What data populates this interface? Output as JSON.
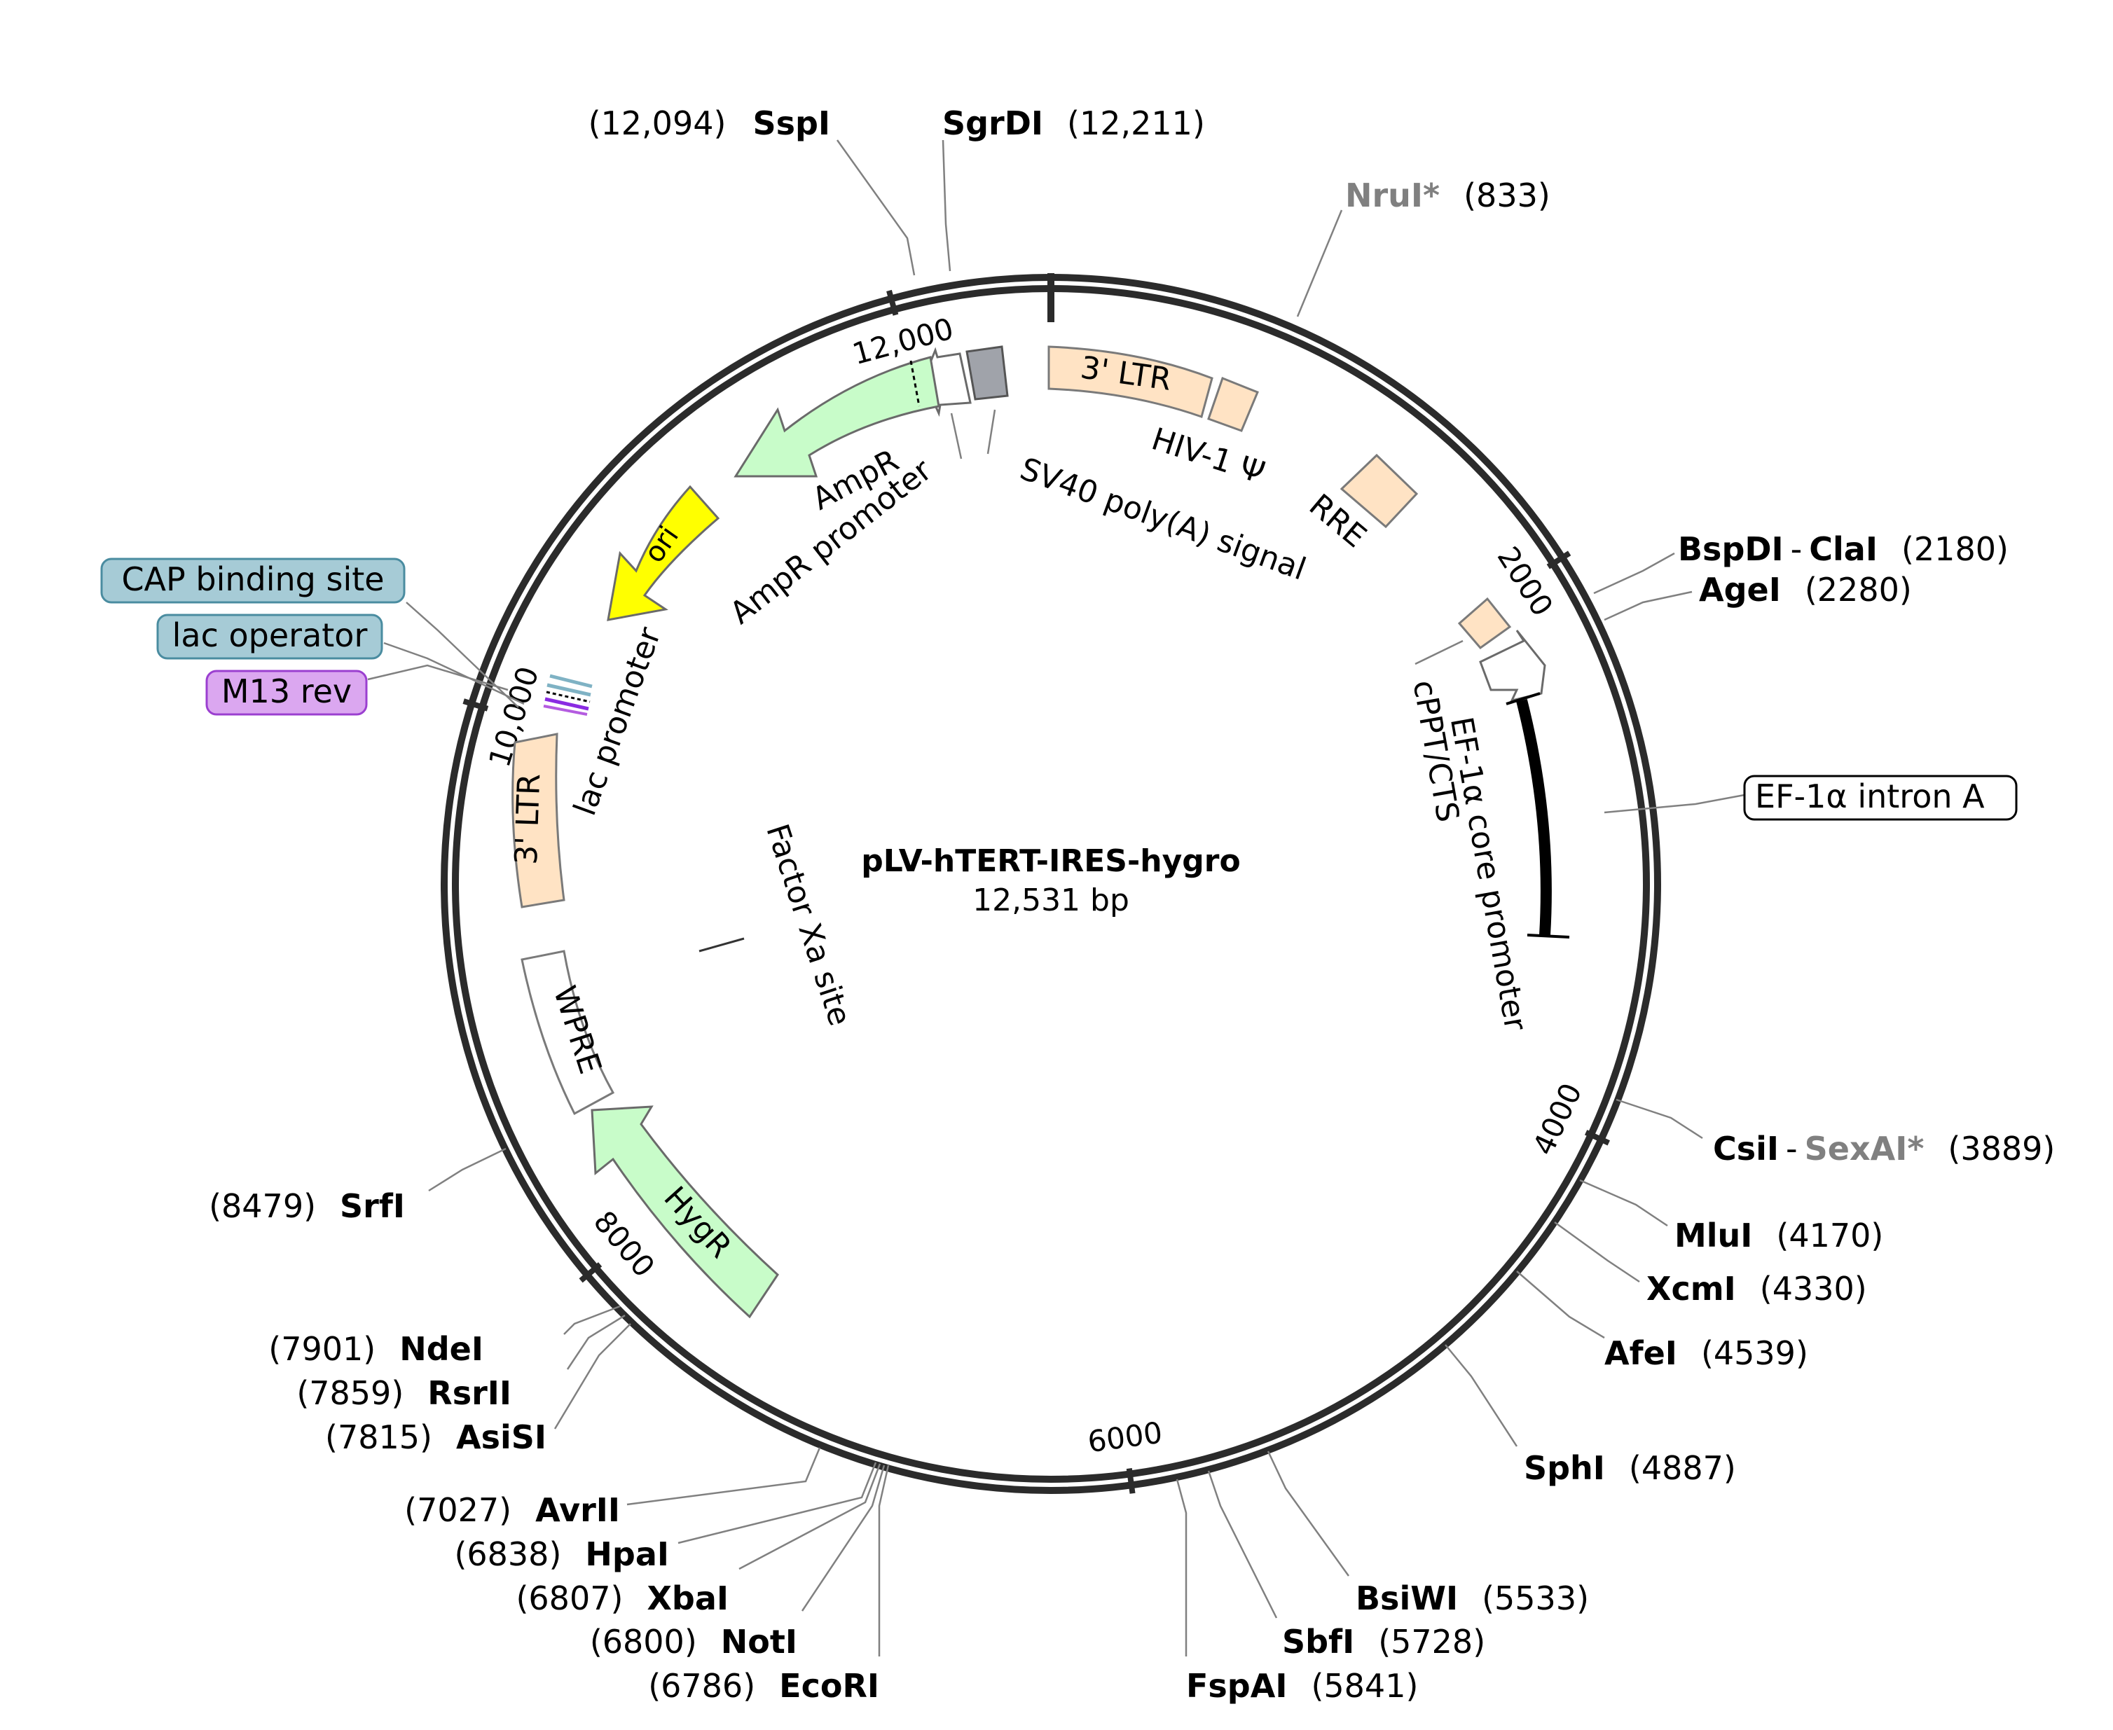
{
  "plasmid": {
    "name": "pLV-hTERT-IRES-hygro",
    "length_label": "12,531 bp",
    "length_bp": 12531
  },
  "colors": {
    "ltr": "#ffe3c4",
    "resistance": "#c8fcc9",
    "ori": "#ffff00",
    "polyA": "#a0a3aa",
    "promoter_outline": "#ffffff",
    "cap": "#a6cbd6",
    "lac": "#a6cbd6",
    "m13": "#dba7f0",
    "backbone": "#2b2b2b"
  },
  "ticks": [
    {
      "bp": 2000,
      "label": "2000"
    },
    {
      "bp": 4000,
      "label": "4000"
    },
    {
      "bp": 6000,
      "label": "6000"
    },
    {
      "bp": 8000,
      "label": "8000"
    },
    {
      "bp": 10000,
      "label": "10,000"
    },
    {
      "bp": 12000,
      "label": "12,000"
    }
  ],
  "sites": [
    {
      "id": "sspI",
      "name": "SspI",
      "pos": "(12,094)",
      "side": "left"
    },
    {
      "id": "sgrDI",
      "name": "SgrDI",
      "pos": "(12,211)",
      "side": "right"
    },
    {
      "id": "nruI",
      "name": "NruI*",
      "pos": "(833)",
      "side": "right",
      "dim": true
    },
    {
      "id": "bspDI",
      "name": "BspDI",
      "name2": "ClaI",
      "pos": "(2180)",
      "side": "right"
    },
    {
      "id": "ageI",
      "name": "AgeI",
      "pos": "(2280)",
      "side": "right"
    },
    {
      "id": "csiI",
      "name": "CsiI",
      "name2": "SexAI*",
      "pos": "(3889)",
      "side": "right",
      "dim2": true
    },
    {
      "id": "mluI",
      "name": "MluI",
      "pos": "(4170)",
      "side": "right"
    },
    {
      "id": "xcmI",
      "name": "XcmI",
      "pos": "(4330)",
      "side": "right"
    },
    {
      "id": "afeI",
      "name": "AfeI",
      "pos": "(4539)",
      "side": "right"
    },
    {
      "id": "sphI",
      "name": "SphI",
      "pos": "(4887)",
      "side": "right"
    },
    {
      "id": "bsiWI",
      "name": "BsiWI",
      "pos": "(5533)",
      "side": "right"
    },
    {
      "id": "sbfI",
      "name": "SbfI",
      "pos": "(5728)",
      "side": "right"
    },
    {
      "id": "fspAI",
      "name": "FspAI",
      "pos": "(5841)",
      "side": "right"
    },
    {
      "id": "ecoRI",
      "name": "EcoRI",
      "pos": "(6786)",
      "side": "left"
    },
    {
      "id": "notI",
      "name": "NotI",
      "pos": "(6800)",
      "side": "left"
    },
    {
      "id": "xbaI",
      "name": "XbaI",
      "pos": "(6807)",
      "side": "left"
    },
    {
      "id": "hpaI",
      "name": "HpaI",
      "pos": "(6838)",
      "side": "left"
    },
    {
      "id": "avrII",
      "name": "AvrII",
      "pos": "(7027)",
      "side": "left"
    },
    {
      "id": "asiSI",
      "name": "AsiSI",
      "pos": "(7815)",
      "side": "left"
    },
    {
      "id": "rsrII",
      "name": "RsrII",
      "pos": "(7859)",
      "side": "left"
    },
    {
      "id": "ndeI",
      "name": "NdeI",
      "pos": "(7901)",
      "side": "left"
    },
    {
      "id": "srfI",
      "name": "SrfI",
      "pos": "(8479)",
      "side": "left"
    }
  ],
  "features": {
    "ltr_top": "3' LTR",
    "ltr_left": "3' LTR",
    "hiv_psi": "HIV-1 Ψ",
    "rre": "RRE",
    "sv40": "SV40 poly(A) signal",
    "ampR": "AmpR",
    "ampR_promoter": "AmpR promoter",
    "ori": "ori",
    "lac_promoter": "lac promoter",
    "factor_xa": "Factor Xa site",
    "wpre": "WPRE",
    "hygR": "HygR",
    "cppt": "cPPT/CTS",
    "ef1a_core": "EF-1α core promoter",
    "ef1a_intron": "EF-1α intron A",
    "cap_site": "CAP binding site",
    "lac_operator": "lac operator",
    "m13_rev": "M13 rev"
  }
}
